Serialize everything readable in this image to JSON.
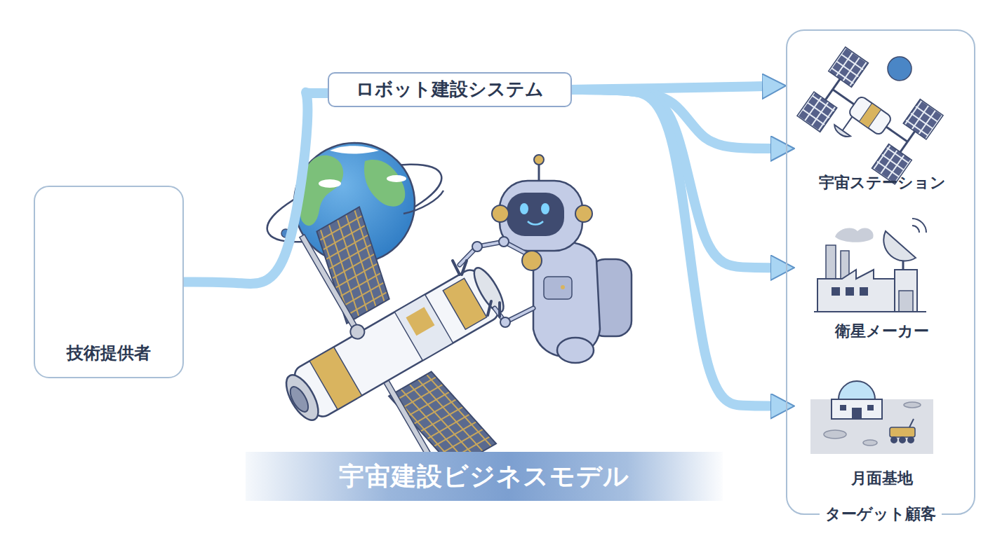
{
  "diagram": {
    "title": "宇宙建設ビジネスモデル",
    "nodes": [
      {
        "text": [
          "技術提供者"
        ]
      },
      {
        "text": [
          "ロボット建設システム"
        ]
      },
      {
        "text": [
          "ターゲット顧客"
        ]
      },
      {
        "text": [
          "宇宙ステーション"
        ],
        "in": 2
      },
      {
        "text": [
          "衛星メーカー"
        ],
        "in": 2
      },
      {
        "text": [
          "月面基地"
        ],
        "in": 2
      }
    ],
    "edges": [
      {
        "from": 0,
        "to": 1,
        "arrow": "none"
      },
      {
        "from": 1,
        "to": 2,
        "arrow": "to"
      },
      {
        "from": 1,
        "to": 3,
        "arrow": "to"
      },
      {
        "from": 1,
        "to": 4,
        "arrow": "to"
      },
      {
        "from": 1,
        "to": 5,
        "arrow": "to"
      }
    ]
  }
}
